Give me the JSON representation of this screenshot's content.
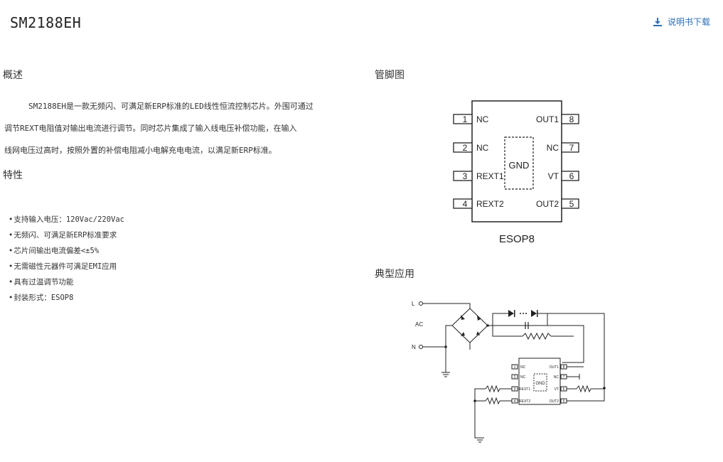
{
  "product": {
    "title": "SM2188EH"
  },
  "download": {
    "icon": "download-icon",
    "label": "说明书下载",
    "color": "#2b6fb5"
  },
  "overview": {
    "title": "概述",
    "lines": [
      "SM2188EH是一款无频闪、可满足新ERP标准的LED线性恒流控制芯片。外围可通过",
      "调节REXT电阻值对输出电流进行调节。同时芯片集成了输入线电压补偿功能，在输入",
      "线网电压过高时，按照外置的补偿电阻减小电解充电电流，以满足新ERP标准。"
    ]
  },
  "features": {
    "title": "特性",
    "items": [
      "支持输入电压：120Vac/220Vac",
      "无频闪、可满足新ERP标准要求",
      "芯片间输出电流偏差<±5%",
      "无需磁性元器件可满足EMI应用",
      "具有过温调节功能",
      "封装形式：ESOP8"
    ]
  },
  "pinout": {
    "title": "管脚图",
    "package": "ESOP8",
    "center_label": "GND",
    "left_pins": [
      {
        "num": "1",
        "name": "NC"
      },
      {
        "num": "2",
        "name": "NC"
      },
      {
        "num": "3",
        "name": "REXT1"
      },
      {
        "num": "4",
        "name": "REXT2"
      }
    ],
    "right_pins": [
      {
        "num": "8",
        "name": "OUT1"
      },
      {
        "num": "7",
        "name": "NC"
      },
      {
        "num": "6",
        "name": "VT"
      },
      {
        "num": "5",
        "name": "OUT2"
      }
    ]
  },
  "application": {
    "title": "典型应用",
    "input_labels": {
      "line": "L",
      "ac": "AC",
      "neutral": "N"
    },
    "ic_center": "GND",
    "ic_left_pins": [
      {
        "num": "1",
        "name": "NC"
      },
      {
        "num": "2",
        "name": "NC"
      },
      {
        "num": "3",
        "name": "REXT1"
      },
      {
        "num": "4",
        "name": "REXT2"
      }
    ],
    "ic_right_pins": [
      {
        "num": "8",
        "name": "OUT1"
      },
      {
        "num": "7",
        "name": "NC"
      },
      {
        "num": "6",
        "name": "VT"
      },
      {
        "num": "5",
        "name": "OUT2"
      }
    ]
  }
}
